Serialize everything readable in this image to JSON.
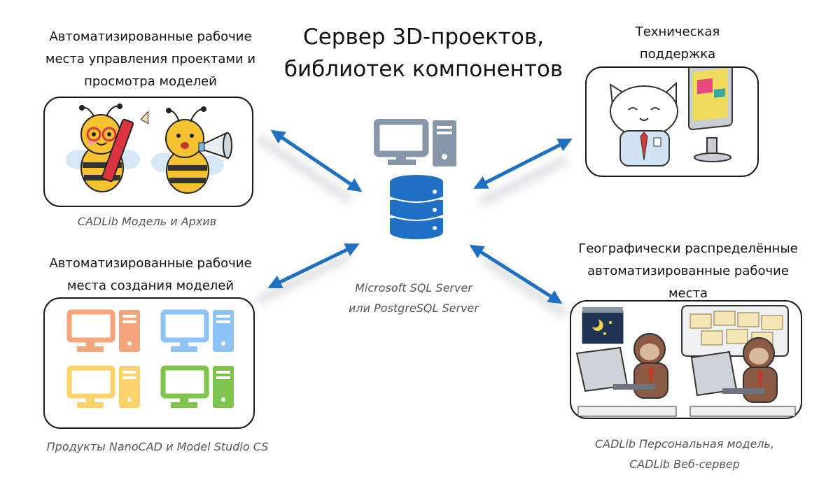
{
  "title": {
    "line1": "Сервер 3D-проектов,",
    "line2": "библиотек компонентов"
  },
  "top_left": {
    "heading": [
      "Автоматизированные рабочие",
      "места управления проектами и",
      "просмотра моделей"
    ],
    "caption": "CADLib Модель и Архив"
  },
  "bottom_left": {
    "heading": [
      "Автоматизированные рабочие",
      "места создания моделей"
    ],
    "caption": "Продукты NanoCAD и Model Studio CS",
    "workstation_colors": [
      "#f4a57a",
      "#8ec3f5",
      "#fcd36a",
      "#7ec34e"
    ]
  },
  "top_right": {
    "heading": [
      "Техническая",
      "поддержка"
    ]
  },
  "bottom_right": {
    "heading": [
      "Географически распределённые",
      "автоматизированные рабочие",
      "места"
    ],
    "caption": [
      "CADLib Персональная модель,",
      "CADLib Веб-сервер"
    ]
  },
  "center": {
    "caption": [
      "Microsoft SQL Server",
      "или PostgreSQL Server"
    ],
    "computer_icon": "desktop-computer-icon",
    "database_icon": "database-icon"
  },
  "colors": {
    "arrow": "#1f6fc4",
    "database": "#1f6fc4",
    "computer": "#8796a8"
  }
}
